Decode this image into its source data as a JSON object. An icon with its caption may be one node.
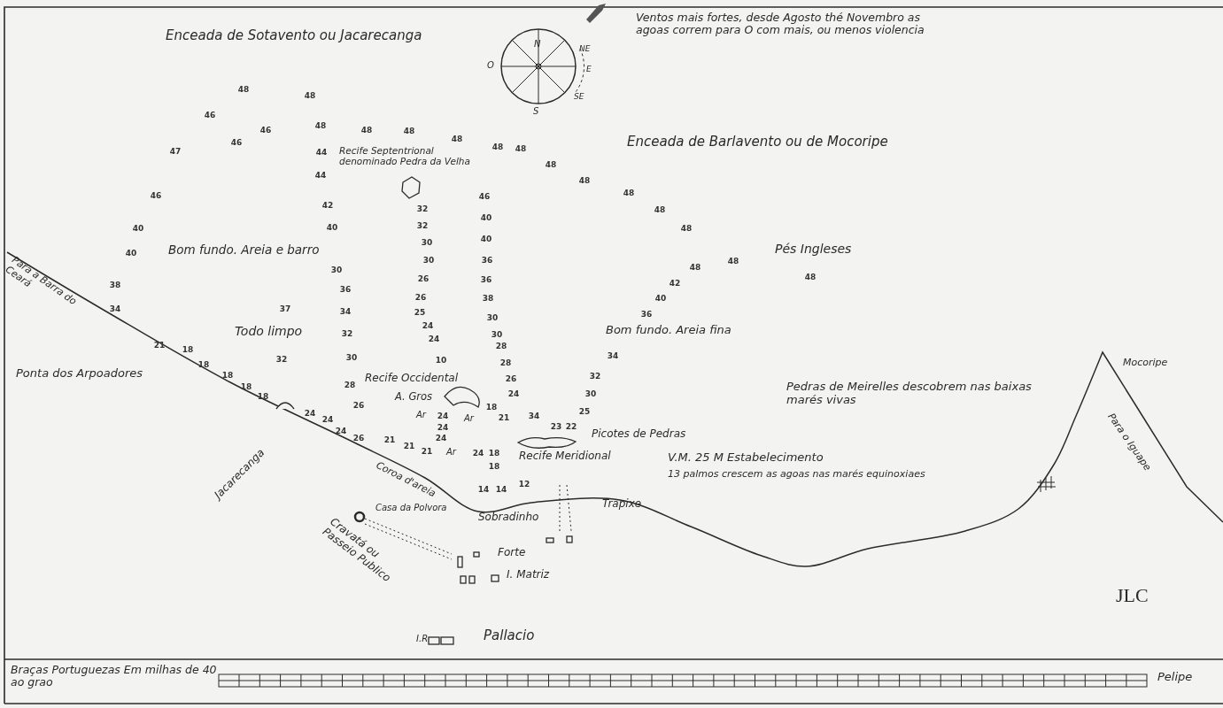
{
  "diagram": {
    "labels": [
      "Enceada de Sotavento ou Jacarecanga",
      "N",
      "NE",
      "E",
      "SE",
      "S",
      "O",
      "Ventos mais fortes, desde Agosto thé Novembro as agoas correm para O com mais, ou menos violencia",
      "Enceada de Barlavento ou de Mocoripe",
      "Recife Septentrional denominado Pedra da Velha",
      "Bom fundo. Areia e barro",
      "Pés Ingleses",
      "Para a Barra do Ceará",
      "Todo limpo",
      "Bom fundo. Areia fina",
      "Ponta dos Arpoadores",
      "Recife Occidental",
      "A. Gros",
      "Pedras de Meirelles descobrem nas baixas marés vivas",
      "Mocoripe",
      "Picotes de Pedras",
      "Recife Meridional",
      "V.M. 25 M Estabelecimento",
      "13 palmos crescem as agoas nas marés equinoxiaes",
      "Para o Iguape",
      "Jacarecanga",
      "Coroa d'areia",
      "Casa da Polvora",
      "Sobradinho",
      "Trapixe",
      "Cravatá ou Passeio Publico",
      "Forte",
      "I. Matriz",
      "I.R",
      "Pallacio",
      "JLC",
      "Braças Portuguezas Em milhas de 40 ao grao",
      "Pelipe",
      "Ar",
      "Ar",
      "Ar",
      "48",
      "48",
      "46",
      "46",
      "48",
      "46",
      "48",
      "48",
      "48",
      "48",
      "48",
      "47",
      "44",
      "48",
      "44",
      "48",
      "46",
      "42",
      "46",
      "32",
      "40",
      "40",
      "32",
      "40",
      "40",
      "40",
      "30",
      "30",
      "30",
      "36",
      "38",
      "36",
      "26",
      "36",
      "34",
      "37",
      "34",
      "26",
      "38",
      "25",
      "30",
      "32",
      "24",
      "30",
      "24",
      "28",
      "32",
      "30",
      "10",
      "28",
      "28",
      "26",
      "24",
      "26",
      "21",
      "18",
      "18",
      "18",
      "18",
      "18",
      "24",
      "24",
      "24",
      "26",
      "48",
      "48",
      "48",
      "48",
      "48",
      "48",
      "42",
      "40",
      "36",
      "34",
      "32",
      "30",
      "25",
      "23",
      "22",
      "34",
      "18",
      "21",
      "24",
      "18",
      "18",
      "14",
      "14",
      "12",
      "24",
      "24",
      "21",
      "21",
      "21",
      "24"
    ]
  }
}
